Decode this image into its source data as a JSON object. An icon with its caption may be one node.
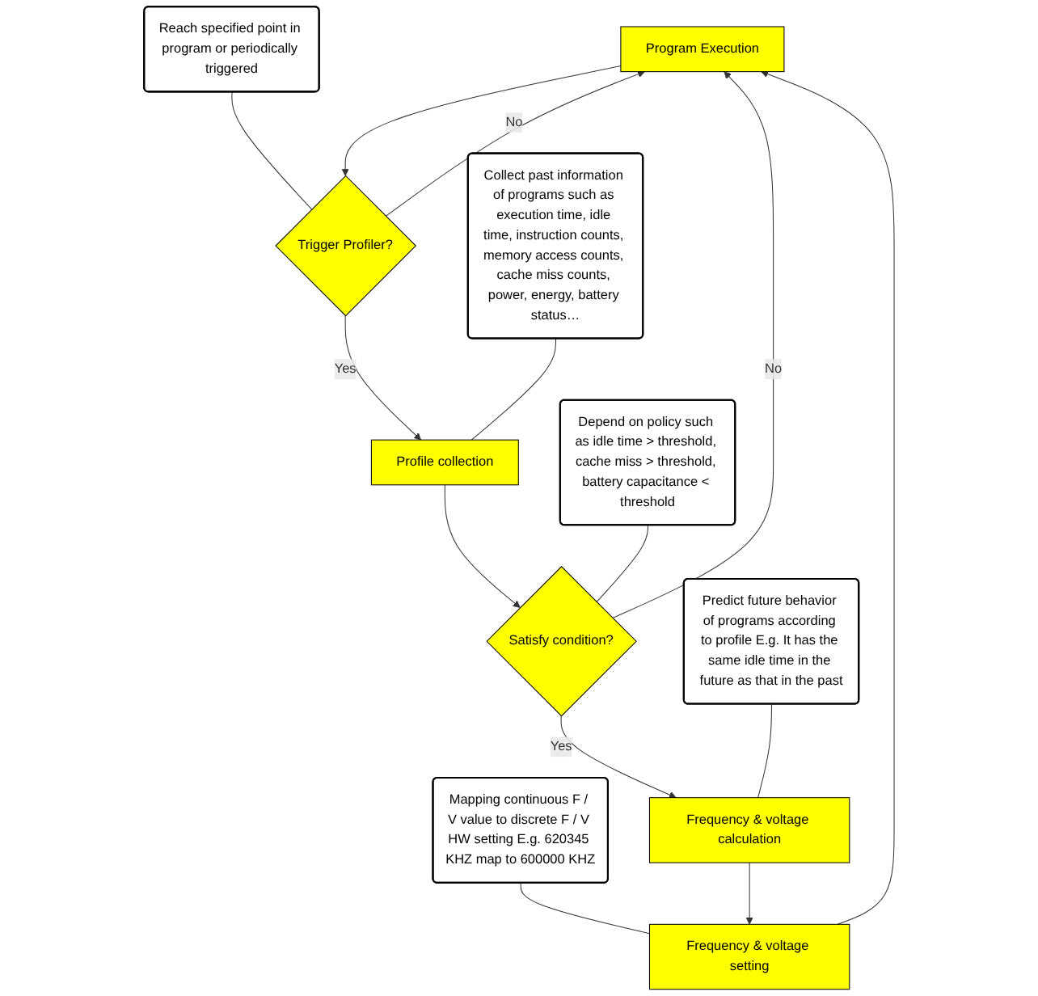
{
  "diagram": {
    "nodes": [
      {
        "text": [
          "Program Execution"
        ]
      },
      {
        "text": [
          "Trigger Profiler?"
        ]
      },
      {
        "text": [
          "Reach specified point in program or periodically triggered"
        ]
      },
      {
        "text": [
          "Profile collection"
        ]
      },
      {
        "text": [
          "Collect past information of programs such as execution time, idle time, instruction counts, memory access counts, cache miss counts, power, energy, battery status…"
        ]
      },
      {
        "text": [
          "Satisfy condition?"
        ]
      },
      {
        "text": [
          "Depend on policy such as idle time > threshold, cache miss > threshold, battery capacitance < threshold"
        ]
      },
      {
        "text": [
          "Mapping continuous F / V value to discrete F / V HW setting E.g. 620345 KHZ map to 600000 KHZ"
        ]
      },
      {
        "text": [
          "Predict future behavior of programs according to profile E.g. It has the same idle time in the future as that in the past"
        ]
      },
      {
        "text": [
          "Frequency & voltage setting"
        ]
      },
      {
        "text": [
          "Frequency & voltage calculation"
        ]
      }
    ],
    "edges": [
      {
        "from": 0,
        "to": 1,
        "arrow": "to"
      },
      {
        "from": 1,
        "to": 0,
        "arrow": "to",
        "label": "No"
      },
      {
        "from": 1,
        "to": 3,
        "arrow": "to",
        "label": "Yes"
      },
      {
        "from": 2,
        "to": 1,
        "arrow": "none"
      },
      {
        "from": 4,
        "to": 3,
        "arrow": "none"
      },
      {
        "from": 3,
        "to": 5,
        "arrow": "to"
      },
      {
        "from": 5,
        "to": 0,
        "arrow": "to",
        "label": "No"
      },
      {
        "from": 5,
        "to": 10,
        "arrow": "to",
        "label": "Yes"
      },
      {
        "from": 6,
        "to": 5,
        "arrow": "none"
      },
      {
        "from": 7,
        "to": 9,
        "arrow": "none"
      },
      {
        "from": 8,
        "to": 10,
        "arrow": "none"
      },
      {
        "from": 10,
        "to": 9,
        "arrow": "to"
      },
      {
        "from": 9,
        "to": 0,
        "arrow": "to"
      }
    ]
  }
}
